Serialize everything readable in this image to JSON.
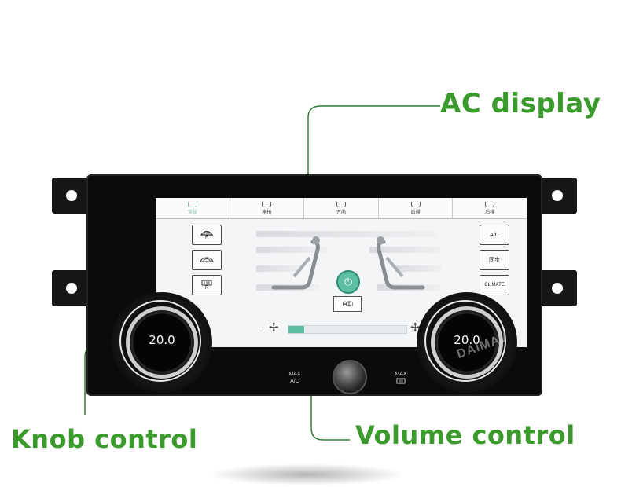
{
  "callouts": {
    "ac_display": "AC display",
    "knob_control": "Knob control",
    "volume_control": "Volume control"
  },
  "screen": {
    "tabs": [
      {
        "label": "驾驶",
        "icon": "seat-heat-driver-icon",
        "active": true
      },
      {
        "label": "座椅",
        "icon": "seat-icon",
        "active": false
      },
      {
        "label": "方向",
        "icon": "steering-heat-icon",
        "active": false
      },
      {
        "label": "后排",
        "icon": "rear-seat-icon",
        "active": false
      },
      {
        "label": "后排",
        "icon": "rear-seat-right-icon",
        "active": false
      }
    ],
    "left_buttons": [
      {
        "label": "F",
        "icon": "front-defrost-icon"
      },
      {
        "label": "",
        "icon": "recirculation-icon"
      },
      {
        "label": "R",
        "icon": "rear-defrost-icon"
      }
    ],
    "right_buttons": [
      {
        "label": "A/C"
      },
      {
        "label": "同步"
      },
      {
        "label": "CLIMATE"
      }
    ],
    "power_icon": "power-icon",
    "auto_label": "自动",
    "fan": {
      "minus": "−",
      "plus": "+",
      "level_fraction": 0.13,
      "fan_icon": "fan-icon"
    }
  },
  "knobs": {
    "left_temp": "20.0",
    "right_temp": "20.0"
  },
  "bottom": {
    "max_ac": [
      "MAX",
      "A/C"
    ],
    "max_defrost_label": "MAX",
    "max_defrost_icon": "max-defrost-icon"
  },
  "watermark": "DAIMAV",
  "colors": {
    "callout_green": "#3a9a2c",
    "accent_teal": "#5cbfa2"
  }
}
